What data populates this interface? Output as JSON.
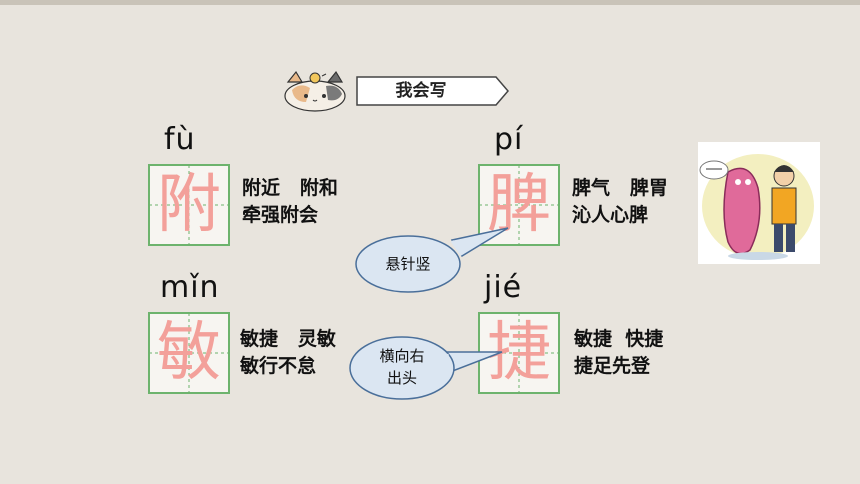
{
  "title": "我会写",
  "characters": [
    {
      "pinyin": "fù",
      "char": "附",
      "words_line1": "附近   附和",
      "words_line2": "牵强附会"
    },
    {
      "pinyin": "pí",
      "char": "脾",
      "words_line1": "脾气   脾胃",
      "words_line2": "沁人心脾"
    },
    {
      "pinyin": "mǐn",
      "char": "敏",
      "words_line1": "敏捷   灵敏",
      "words_line2": "敏行不怠"
    },
    {
      "pinyin": "jié",
      "char": "捷",
      "words_line1": "敏捷  快捷",
      "words_line2": "捷足先登"
    }
  ],
  "tips": {
    "tip1": "悬针竖",
    "tip2_line1": "横向右",
    "tip2_line2": "出头"
  },
  "colors": {
    "background": "#e8e4dd",
    "grid_border": "#6db36d",
    "character": "#f3a09a",
    "bubble_fill": "#dbe6f2",
    "bubble_stroke": "#4a6f9a"
  }
}
